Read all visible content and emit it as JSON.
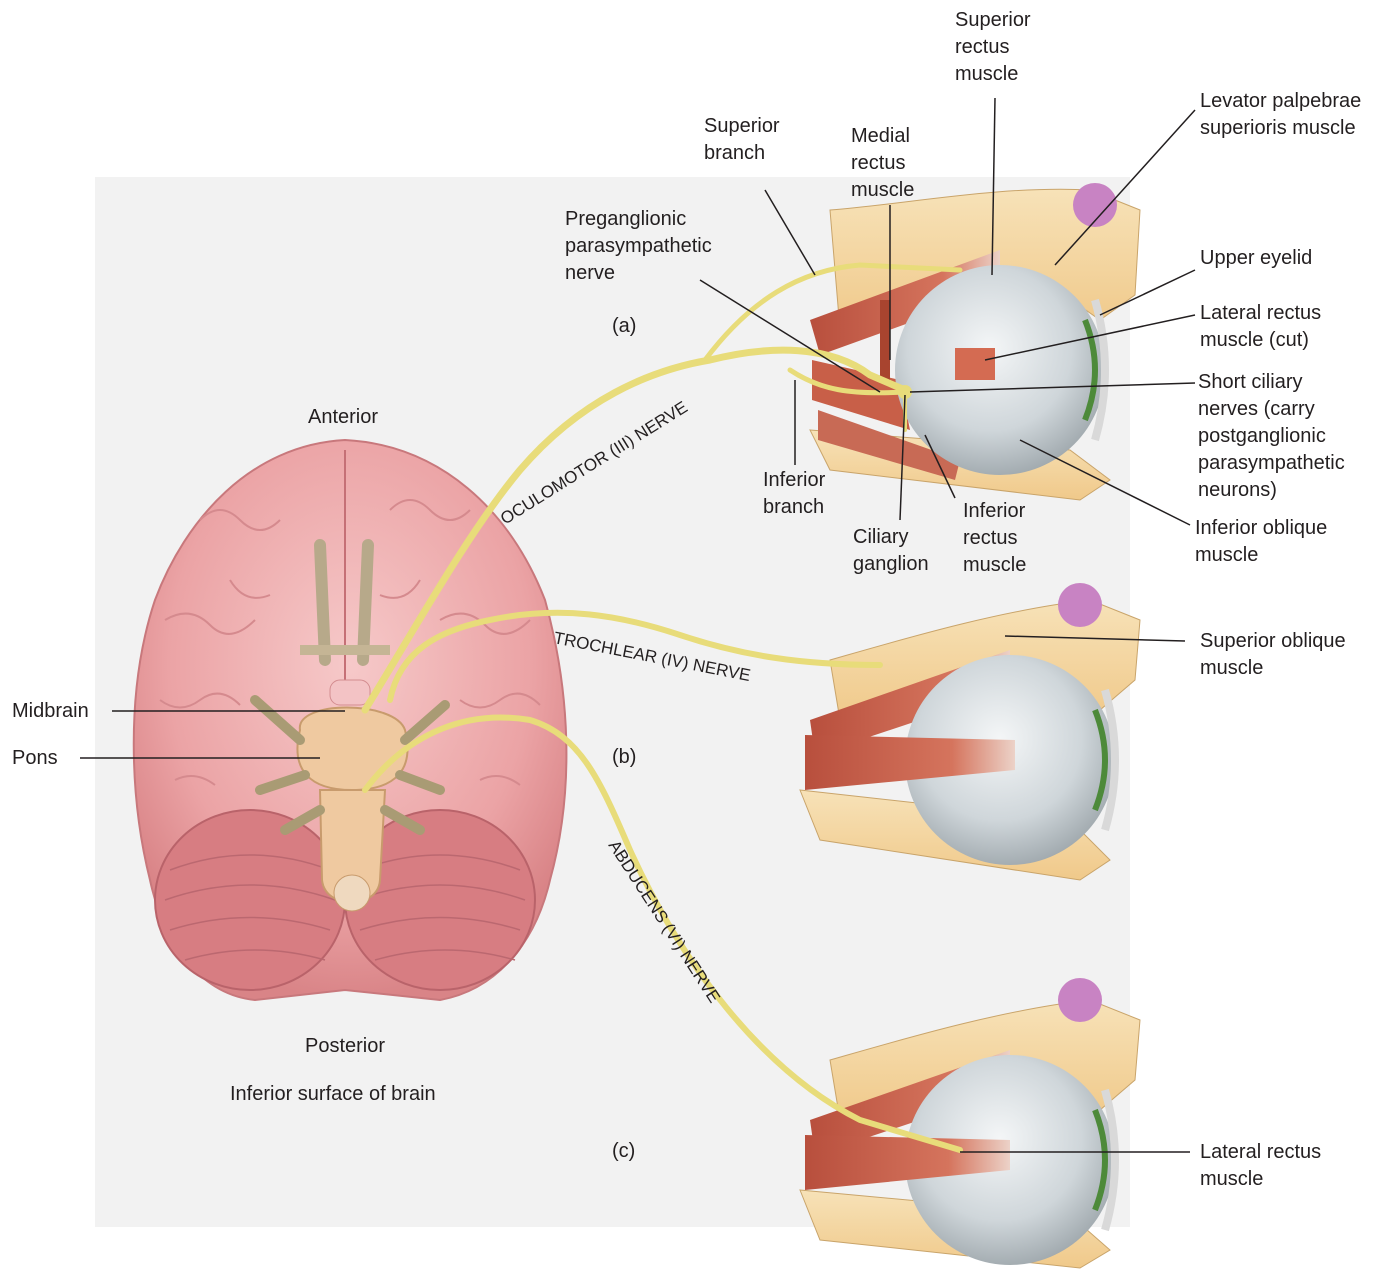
{
  "labels": {
    "superior_rectus": [
      "Superior",
      "rectus",
      "muscle"
    ],
    "levator": [
      "Levator palpebrae",
      "superioris muscle"
    ],
    "superior_branch": [
      "Superior",
      "branch"
    ],
    "medial_rectus": [
      "Medial",
      "rectus",
      "muscle"
    ],
    "preganglionic": [
      "Preganglionic",
      "parasympathetic",
      "nerve"
    ],
    "upper_eyelid": [
      "Upper eyelid"
    ],
    "lateral_rectus_cut": [
      "Lateral rectus",
      "muscle (cut)"
    ],
    "short_ciliary": [
      "Short ciliary",
      "nerves (carry",
      "postganglionic",
      "parasympathetic",
      "neurons)"
    ],
    "inferior_branch": [
      "Inferior",
      "branch"
    ],
    "ciliary_ganglion": [
      "Ciliary",
      "ganglion"
    ],
    "inferior_rectus": [
      "Inferior",
      "rectus",
      "muscle"
    ],
    "inferior_oblique": [
      "Inferior oblique",
      "muscle"
    ],
    "superior_oblique": [
      "Superior oblique",
      "muscle"
    ],
    "lateral_rectus": [
      "Lateral rectus",
      "muscle"
    ],
    "anterior": [
      "Anterior"
    ],
    "posterior": [
      "Posterior"
    ],
    "caption": [
      "Inferior surface of brain"
    ],
    "midbrain": [
      "Midbrain"
    ],
    "pons": [
      "Pons"
    ],
    "panel_a": [
      "(a)"
    ],
    "panel_b": [
      "(b)"
    ],
    "panel_c": [
      "(c)"
    ]
  },
  "nerves": {
    "oculomotor": "OCULOMOTOR (III) NERVE",
    "trochlear": "TROCHLEAR (IV) NERVE",
    "abducens": "ABDUCENS (VI) NERVE"
  }
}
